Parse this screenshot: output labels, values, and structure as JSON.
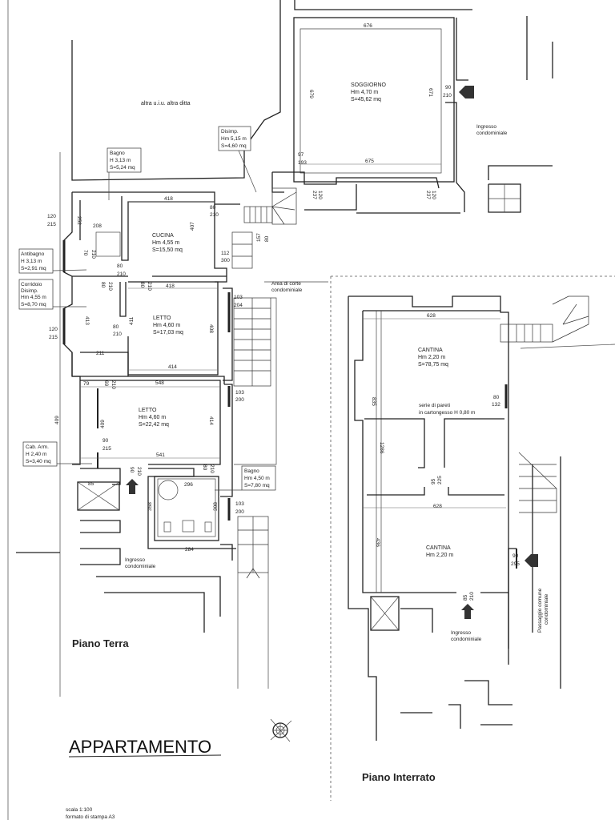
{
  "title": "APPARTAMENTO",
  "scale": "scala 1:100",
  "print_format": "formato di stampa A3",
  "piano_terra": {
    "title": "Piano Terra",
    "neighbor_label": "altra u.i.u. altra ditta",
    "courtyard": [
      "Area di corte",
      "condominiale"
    ],
    "entrance_top": [
      "Ingresso",
      "condominiale"
    ],
    "entrance_bottom": [
      "Ingresso",
      "condominiale"
    ],
    "rooms": {
      "soggiorno": [
        "SOGGIORNO",
        "Hm 4,70 m",
        "S=45,62 mq"
      ],
      "cucina": [
        "CUCINA",
        "Hm 4,55 m",
        "S=15,50 mq"
      ],
      "letto1": [
        "LETTO",
        "Hm 4,60 m",
        "S=17,03 mq"
      ],
      "letto2": [
        "LETTO",
        "Hm 4,60 m",
        "S=22,42 mq"
      ]
    },
    "callouts": {
      "bagno1": [
        "Bagno",
        "H 3,13 m",
        "S=5,24 mq"
      ],
      "disimp": [
        "Disimp.",
        "Hm 5,15 m",
        "S=4,60 mq"
      ],
      "antibagno": [
        "Antibagno",
        "H 3,13 m",
        "S=2,91 mq"
      ],
      "corridoio": [
        "Corridoio",
        "Disimp.",
        "Hm 4,55 m",
        "S=8,70 mq"
      ],
      "cab_arm": [
        "Cab. Arm.",
        "H 2,40 m",
        "S=3,40 mq"
      ],
      "bagno2": [
        "Bagno",
        "Hm 4,50 m",
        "S=7,80 mq"
      ]
    },
    "dims": [
      "676",
      "679",
      "671",
      "90",
      "210",
      "675",
      "97",
      "193",
      "120",
      "237",
      "120",
      "237",
      "418",
      "407",
      "80",
      "210",
      "208",
      "252",
      "120",
      "215",
      "70",
      "210",
      "80",
      "210",
      "112",
      "300",
      "157",
      "80",
      "80",
      "210",
      "80",
      "210",
      "418",
      "103",
      "204",
      "408",
      "413",
      "80",
      "210",
      "411",
      "120",
      "215",
      "211",
      "414",
      "79",
      "548",
      "69",
      "210",
      "409",
      "409",
      "414",
      "90",
      "215",
      "541",
      "103",
      "200",
      "90",
      "210",
      "80",
      "210",
      "296",
      "85",
      "358",
      "308",
      "103",
      "200",
      "284"
    ]
  },
  "piano_interrato": {
    "title": "Piano Interrato",
    "rooms": {
      "cantina1": [
        "CANTINA",
        "Hm 2,20 m",
        "S=78,75 mq"
      ],
      "cantina2": [
        "CANTINA",
        "Hm 2,20 m"
      ]
    },
    "note": [
      "serie di pareti",
      "in cartongesso H 0,80 m"
    ],
    "entrance": [
      "Ingresso",
      "condominiale"
    ],
    "passage": [
      "Passaggio comune",
      "condominiale"
    ],
    "dims": [
      "628",
      "835",
      "80",
      "132",
      "1286",
      "95",
      "225",
      "628",
      "436",
      "90",
      "295",
      "85",
      "210"
    ]
  }
}
